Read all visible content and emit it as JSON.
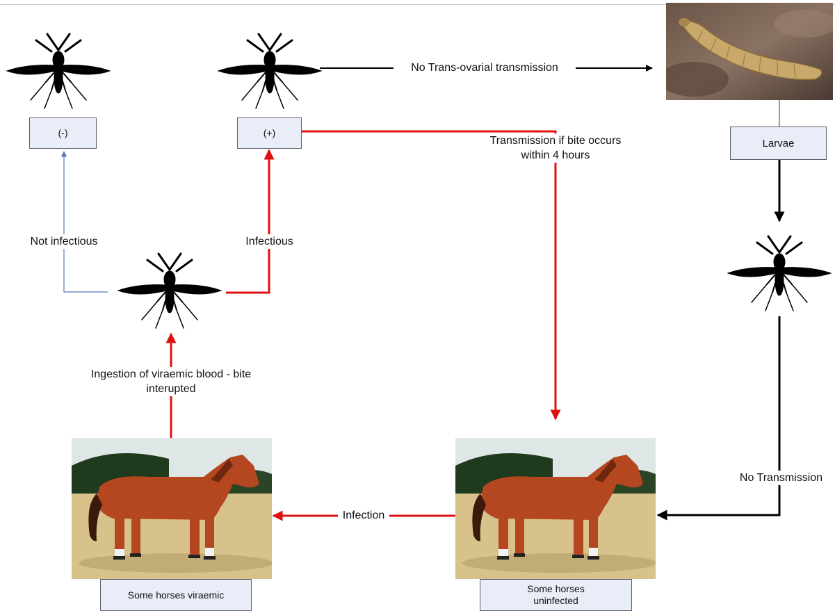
{
  "colors": {
    "red_arrow": "#e01010",
    "black_arrow": "#000000",
    "blue_arrow": "#5577bb",
    "box_fill": "#e8edf8",
    "horse_coat": "#b4471f",
    "larva_body": "#c9a96b"
  },
  "nodes": {
    "negative_box": "(-)",
    "positive_box": "(+)",
    "larvae_box": "Larvae",
    "viraemic_box": "Some horses viraemic",
    "uninfected_box": "Some horses uninfected"
  },
  "edges": {
    "not_infectious": "Not infectious",
    "infectious": "Infectious",
    "no_transovarial": "No Trans-ovarial transmission",
    "transmission_4h": "Transmission if bite occurs within 4 hours",
    "ingestion": "Ingestion of viraemic blood - bite interupted",
    "infection": "Infection",
    "no_transmission": "No Transmission"
  },
  "icons": {
    "mosquito": "mosquito-icon",
    "larva": "larva-photo",
    "horse": "horse-photo"
  }
}
